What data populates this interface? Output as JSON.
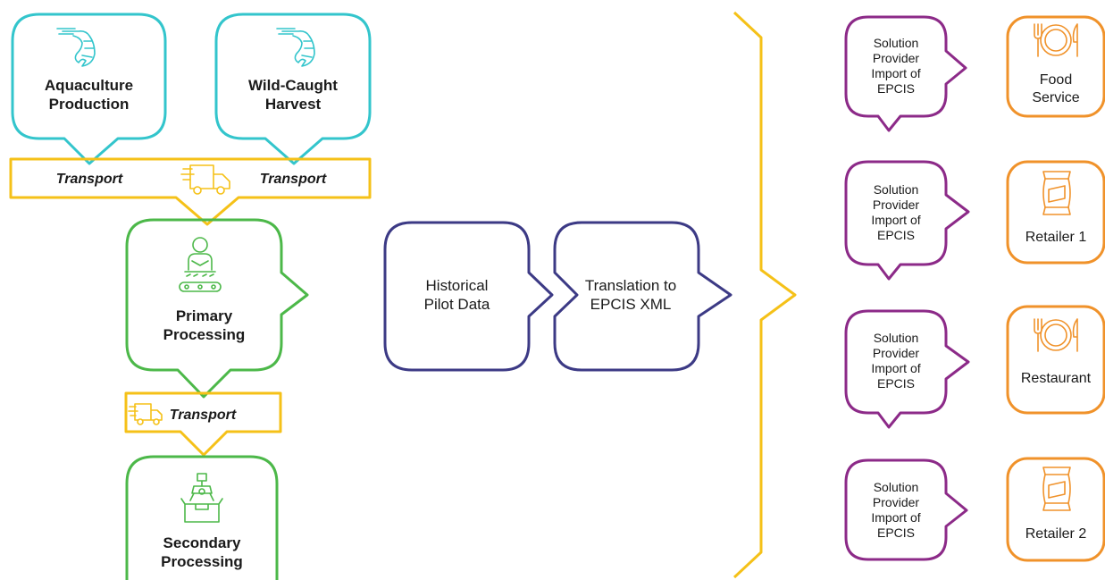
{
  "colors": {
    "cyan": "#33c5cc",
    "yellow": "#f5c118",
    "green": "#4cb849",
    "navy": "#3c3a85",
    "purple": "#8c2a88",
    "orange": "#f0922a"
  },
  "sources": {
    "aquaculture": {
      "label": "Aquaculture\nProduction",
      "icon": "shrimp-icon"
    },
    "wild_caught": {
      "label": "Wild-Caught\nHarvest",
      "icon": "shrimp-icon"
    }
  },
  "transport_top": {
    "left_label": "Transport",
    "right_label": "Transport",
    "icon": "delivery-truck-icon"
  },
  "primary": {
    "label": "Primary\nProcessing",
    "icon": "worker-conveyor-icon"
  },
  "transport_mid": {
    "label": "Transport",
    "icon": "delivery-truck-icon"
  },
  "secondary": {
    "label": "Secondary\nProcessing",
    "icon": "robotic-packing-icon"
  },
  "historical": {
    "label": "Historical\nPilot Data"
  },
  "translation": {
    "label": "Translation to\nEPCIS XML"
  },
  "providers": [
    {
      "label": "Solution\nProvider\nImport of\nEPCIS"
    },
    {
      "label": "Solution\nProvider\nImport of\nEPCIS"
    },
    {
      "label": "Solution\nProvider\nImport of\nEPCIS"
    },
    {
      "label": "Solution\nProvider\nImport of\nEPCIS"
    }
  ],
  "destinations": [
    {
      "label": "Food\nService",
      "icon": "plate-cutlery-icon"
    },
    {
      "label": "Retailer 1",
      "icon": "retail-package-icon"
    },
    {
      "label": "Restaurant",
      "icon": "plate-cutlery-icon"
    },
    {
      "label": "Retailer 2",
      "icon": "retail-package-icon"
    }
  ]
}
